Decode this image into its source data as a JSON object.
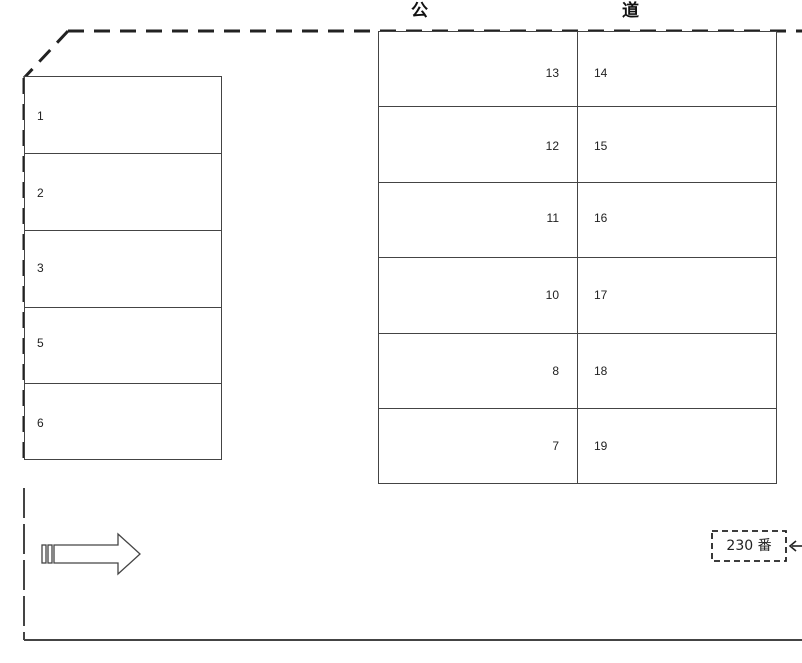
{
  "road": {
    "chars": [
      "公",
      "道"
    ]
  },
  "stalls": {
    "left": [
      "1",
      "2",
      "3",
      "5",
      "6"
    ],
    "middle": [
      "13",
      "12",
      "11",
      "10",
      "8",
      "7"
    ],
    "right": [
      "14",
      "15",
      "16",
      "17",
      "18",
      "19"
    ]
  },
  "lot_tag": "230 番",
  "icons": {
    "entrance": "entrance-arrow-icon",
    "lot_pointer": "pointer-arrow-icon"
  },
  "colors": {
    "line": "#444444",
    "boundary": "#222222",
    "background": "#ffffff"
  }
}
